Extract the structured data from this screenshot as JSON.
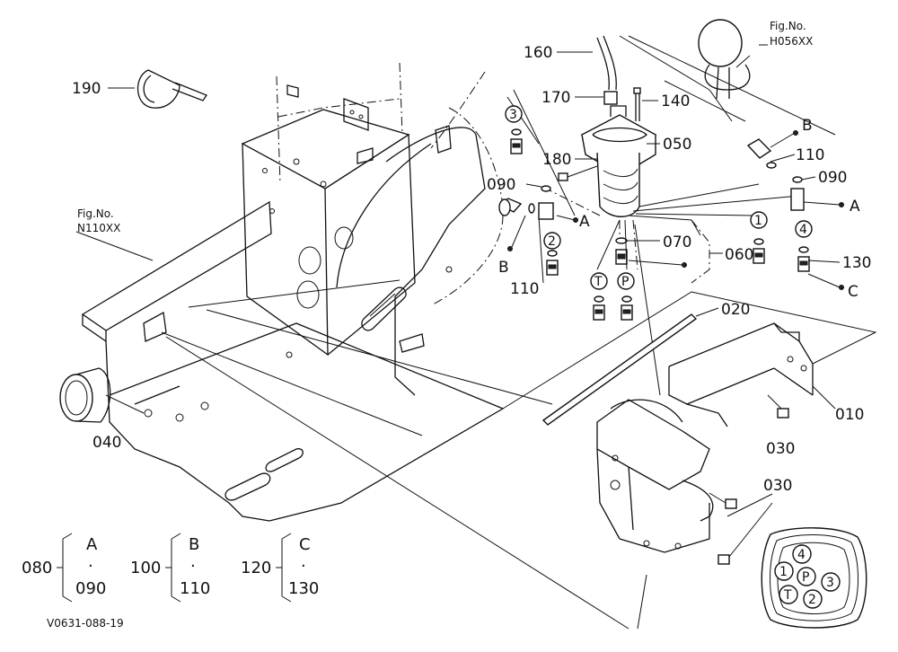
{
  "parts": {
    "p010": "010",
    "p020": "020",
    "p030a": "030",
    "p030b": "030",
    "p040": "040",
    "p050": "050",
    "p060": "060",
    "p070": "070",
    "p090a": "090",
    "p090b": "090",
    "p110a": "110",
    "p110b": "110",
    "p130": "130",
    "p140": "140",
    "p160": "160",
    "p170": "170",
    "p180": "180",
    "p190": "190"
  },
  "ports": {
    "p1": "1",
    "p2": "2",
    "p3": "3",
    "p4": "4",
    "pT": "T",
    "pP": "P"
  },
  "connectors": {
    "A1": "A",
    "B1": "B",
    "A2": "A",
    "B2": "B",
    "C1": "C"
  },
  "fig_refs": {
    "left": {
      "line1": "Fig.No.",
      "line2": "N110XX"
    },
    "top": {
      "line1": "Fig.No.",
      "line2": "H056XX"
    }
  },
  "groups": [
    {
      "kit": "080",
      "letter": "A",
      "dot": "·",
      "sub": "090"
    },
    {
      "kit": "100",
      "letter": "B",
      "dot": "·",
      "sub": "110"
    },
    {
      "kit": "120",
      "letter": "C",
      "dot": "·",
      "sub": "130"
    }
  ],
  "port_layout": {
    "p4": "4",
    "p1": "1",
    "pP": "P",
    "p3": "3",
    "pT": "T",
    "p2": "2"
  },
  "drawing_code": "V0631-088-19"
}
